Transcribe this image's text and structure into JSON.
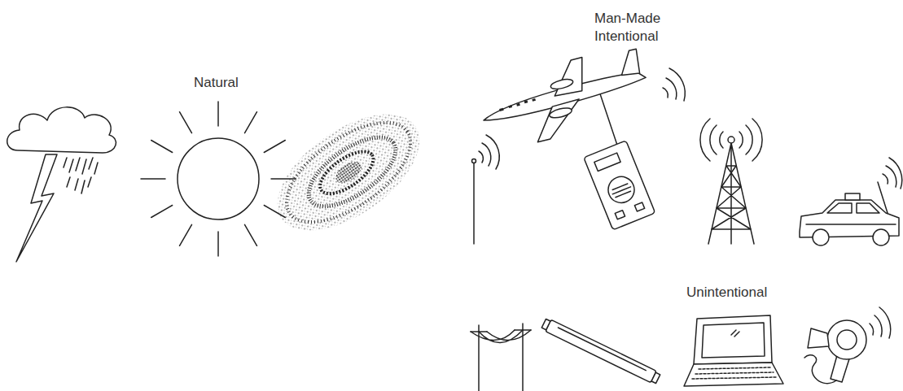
{
  "diagram": {
    "labels": [
      "Natural",
      "Man-Made",
      "Intentional",
      "Unintentional"
    ]
  }
}
